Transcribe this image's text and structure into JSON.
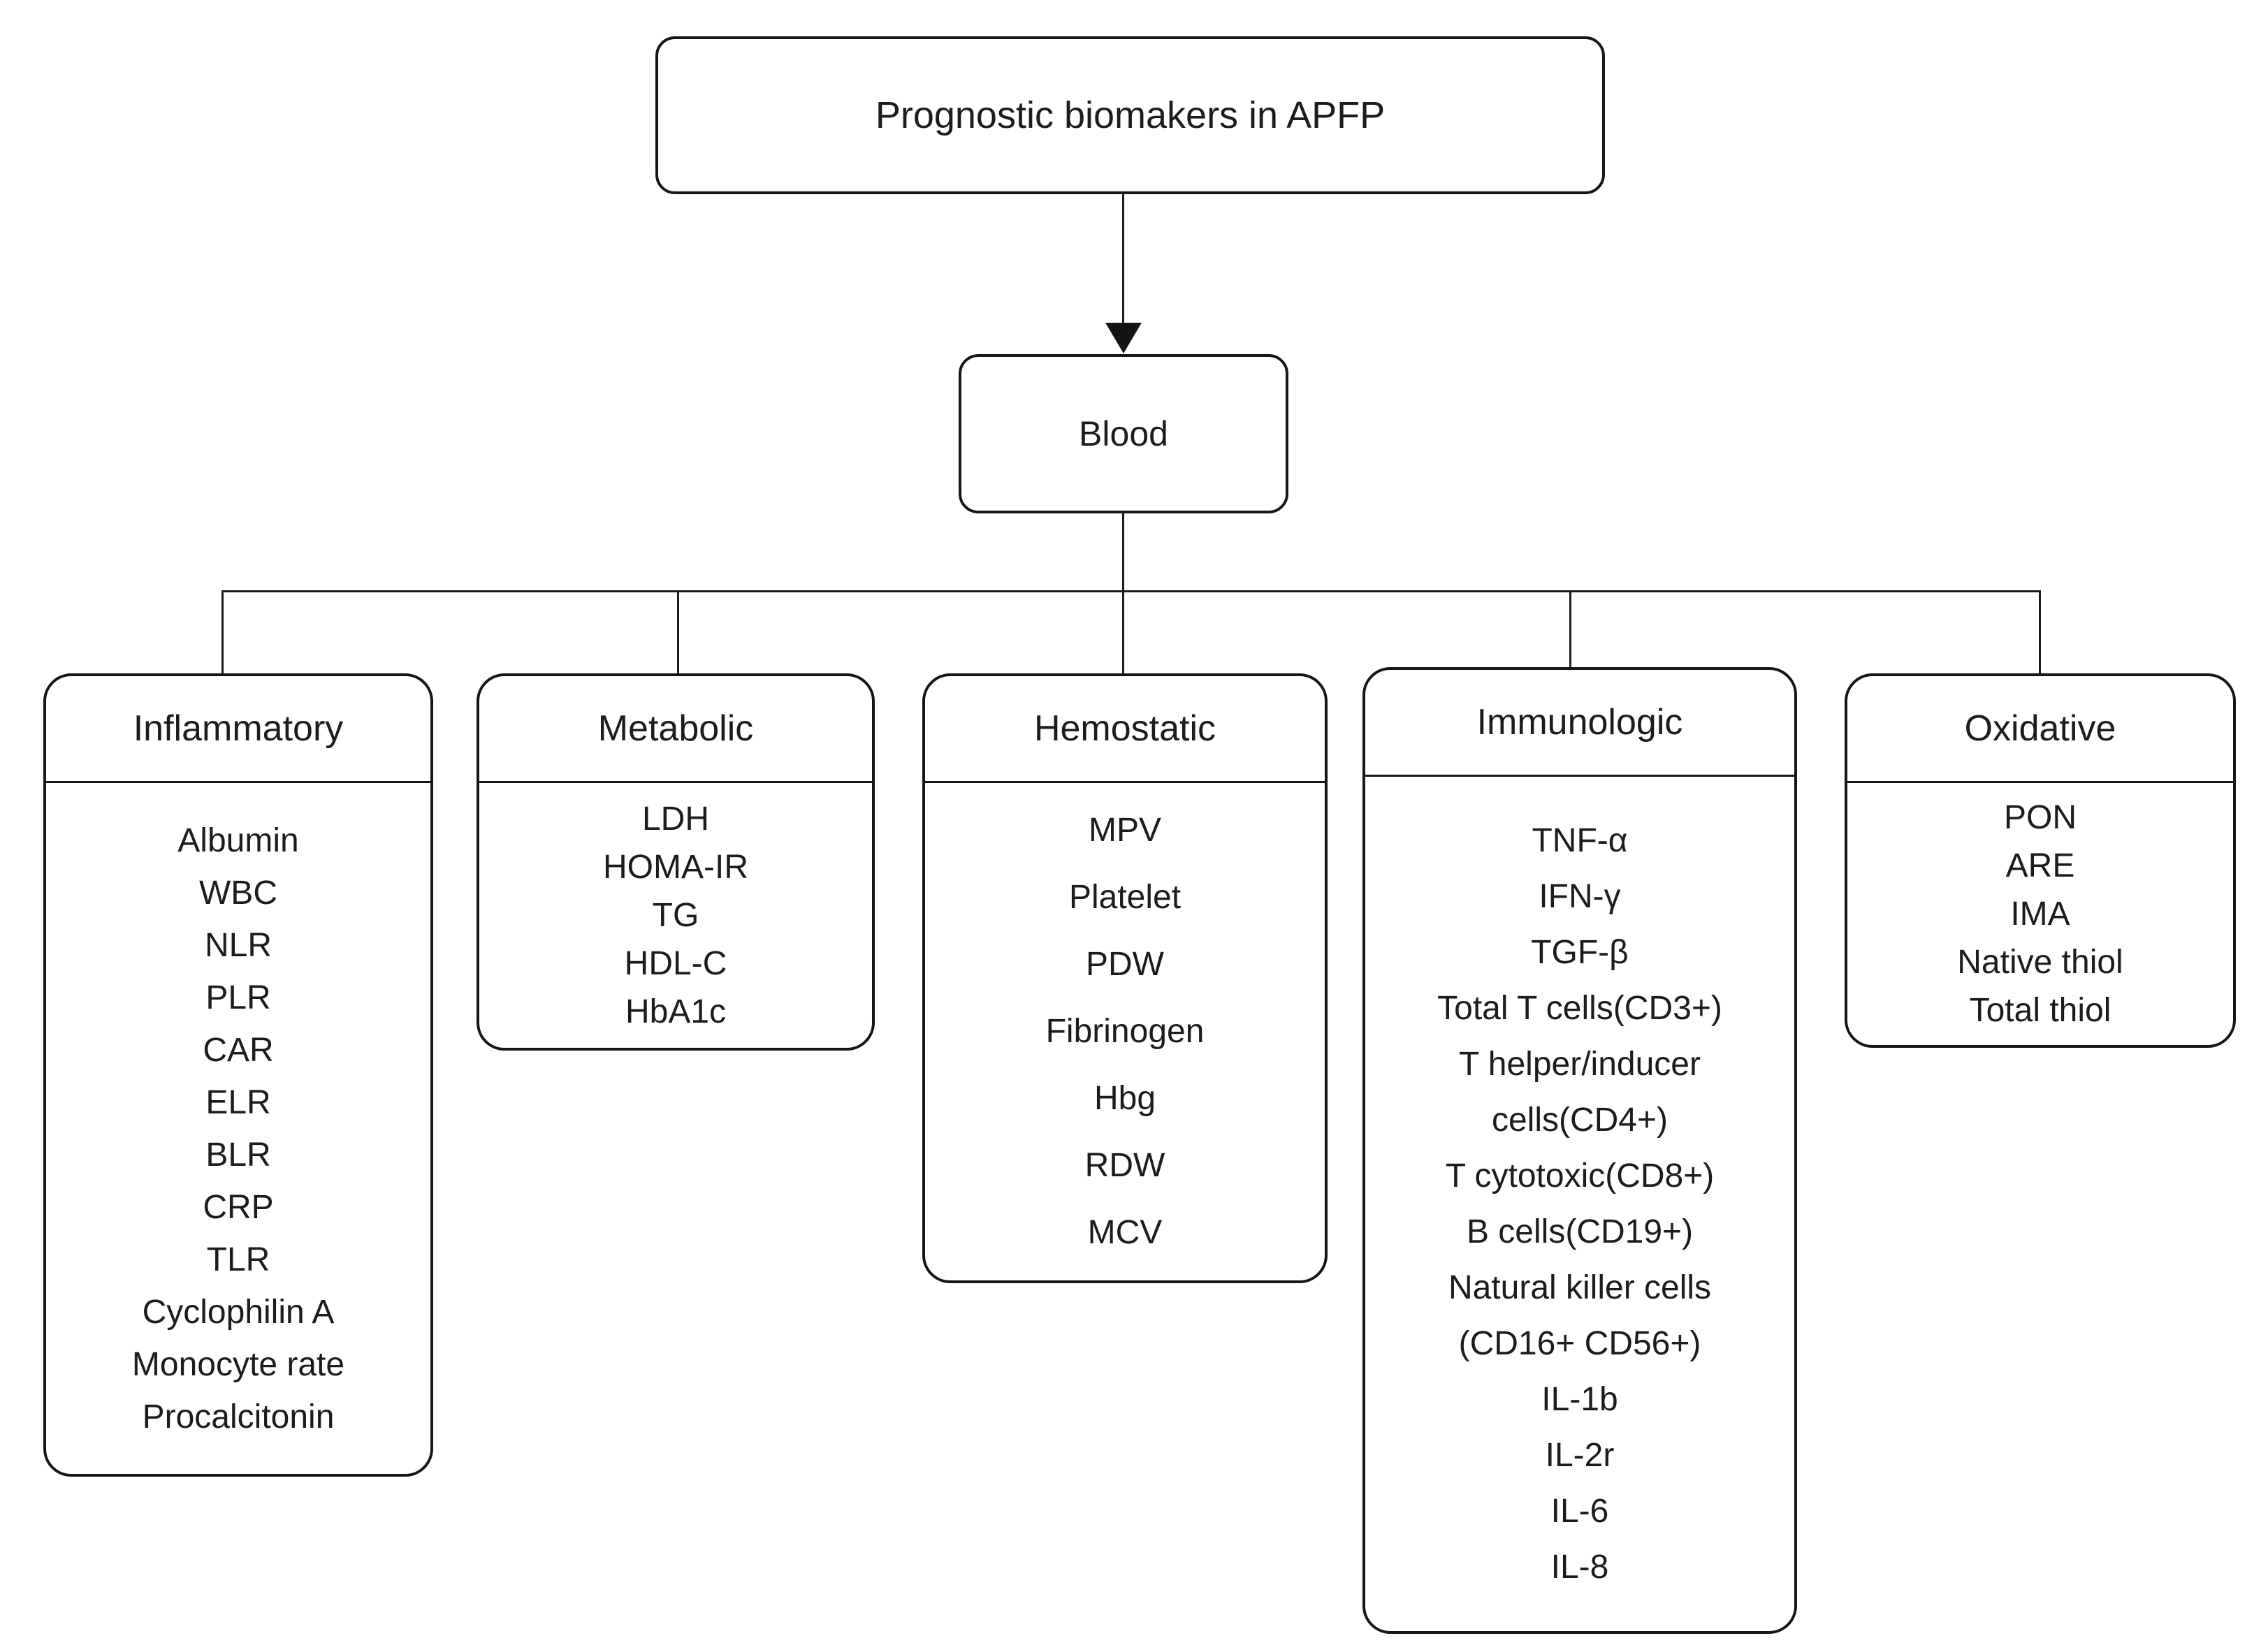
{
  "diagram": {
    "title": "Prognostic biomakers in APFP",
    "root_label": "Blood",
    "colors": {
      "background": "#ffffff",
      "line": "#161616",
      "text": "#1c1c1c"
    },
    "categories": [
      {
        "label": "Inflammatory",
        "items": [
          "Albumin",
          "WBC",
          "NLR",
          "PLR",
          "CAR",
          "ELR",
          "BLR",
          "CRP",
          "TLR",
          "Cyclophilin A",
          "Monocyte rate",
          "Procalcitonin"
        ]
      },
      {
        "label": "Metabolic",
        "items": [
          "LDH",
          "HOMA-IR",
          "TG",
          "HDL-C",
          "HbA1c"
        ]
      },
      {
        "label": "Hemostatic",
        "items": [
          "MPV",
          "Platelet",
          "PDW",
          "Fibrinogen",
          "Hbg",
          "RDW",
          "MCV"
        ]
      },
      {
        "label": "Immunologic",
        "items": [
          "TNF-α",
          "IFN-γ",
          "TGF-β",
          "Total T cells(CD3+)",
          "T helper/inducer\ncells(CD4+)",
          "T cytotoxic(CD8+)",
          "B cells(CD19+)",
          "Natural killer cells\n(CD16+ CD56+)",
          "IL-1b",
          "IL-2r",
          "IL-6",
          "IL-8"
        ]
      },
      {
        "label": "Oxidative",
        "items": [
          "PON",
          "ARE",
          "IMA",
          "Native thiol",
          "Total thiol"
        ]
      }
    ]
  }
}
